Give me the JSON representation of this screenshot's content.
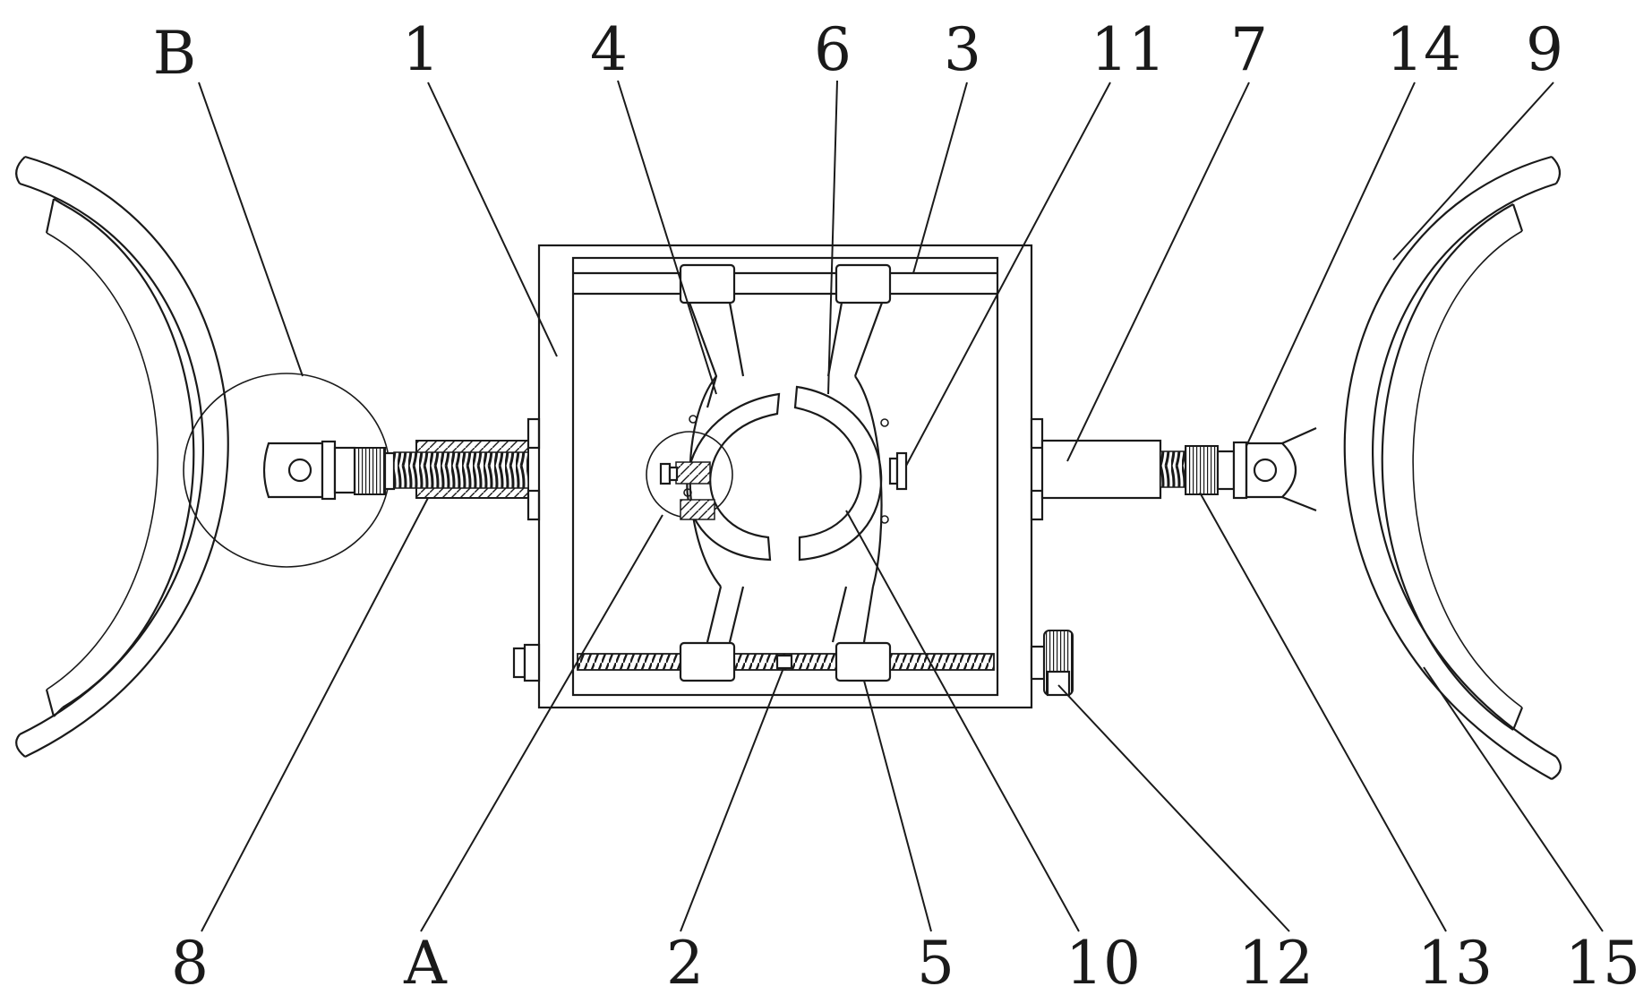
{
  "labels": {
    "B": "B",
    "n1": "1",
    "n4": "4",
    "n6": "6",
    "n3": "3",
    "n11": "11",
    "n7": "7",
    "n14": "14",
    "n9": "9",
    "n8": "8",
    "A": "A",
    "n2": "2",
    "n5": "5",
    "n10": "10",
    "n12": "12",
    "n13": "13",
    "n15": "15"
  }
}
